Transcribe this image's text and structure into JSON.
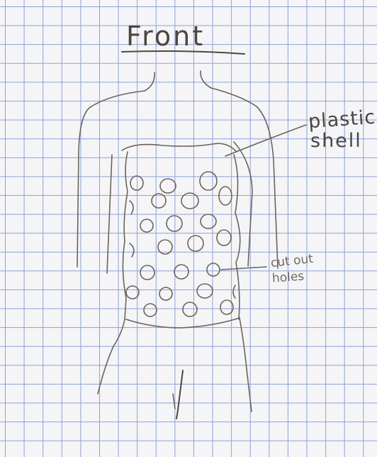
{
  "title": "Front",
  "labels": {
    "shell_line1": "plastic",
    "shell_line2": "shell",
    "holes_line1": "cut out",
    "holes_line2": "holes"
  },
  "colors": {
    "paper": "#f5f5f7",
    "grid": "#8b9fd8",
    "pencil": "#6b655a"
  }
}
